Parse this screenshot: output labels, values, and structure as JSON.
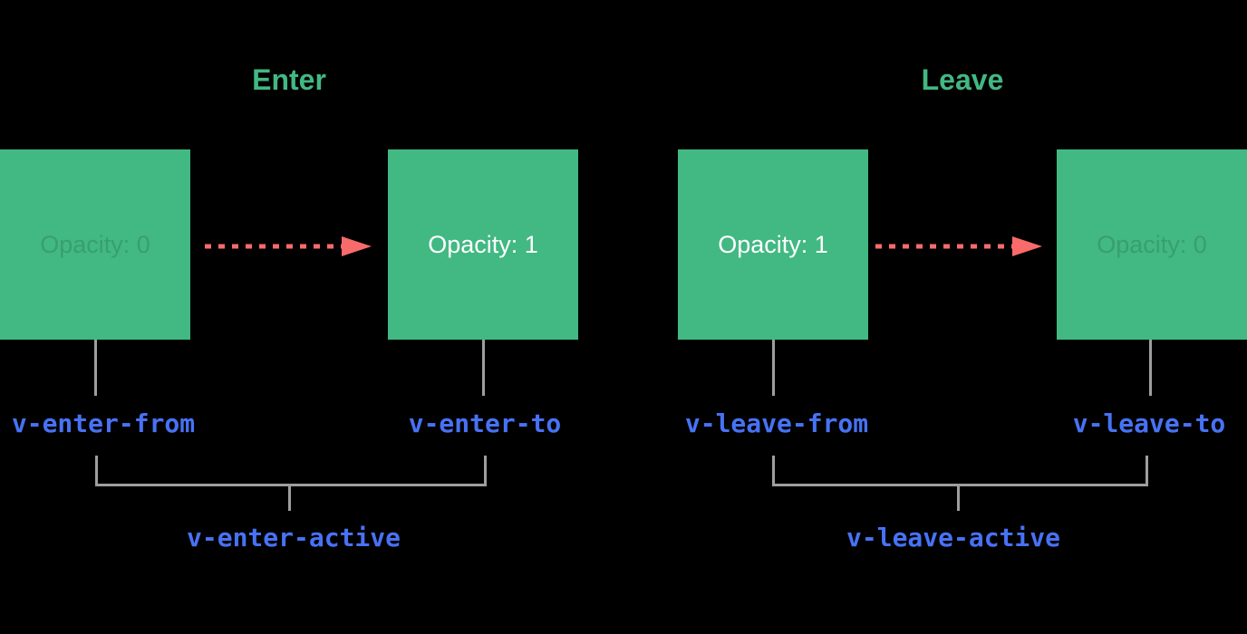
{
  "background_color": "#000000",
  "colors": {
    "box_green": "#42b883",
    "title_green": "#42b883",
    "class_label_blue": "#4772f5",
    "arrow_red": "#f96b6b",
    "connector_gray": "#9e9e9e",
    "box_text_white": "#ffffff"
  },
  "enter": {
    "title": "Enter",
    "from_box_label": "Opacity: 0",
    "to_box_label": "Opacity: 1",
    "from_class": "v-enter-from",
    "to_class": "v-enter-to",
    "active_class": "v-enter-active"
  },
  "leave": {
    "title": "Leave",
    "from_box_label": "Opacity: 1",
    "to_box_label": "Opacity: 0",
    "from_class": "v-leave-from",
    "to_class": "v-leave-to",
    "active_class": "v-leave-active"
  }
}
